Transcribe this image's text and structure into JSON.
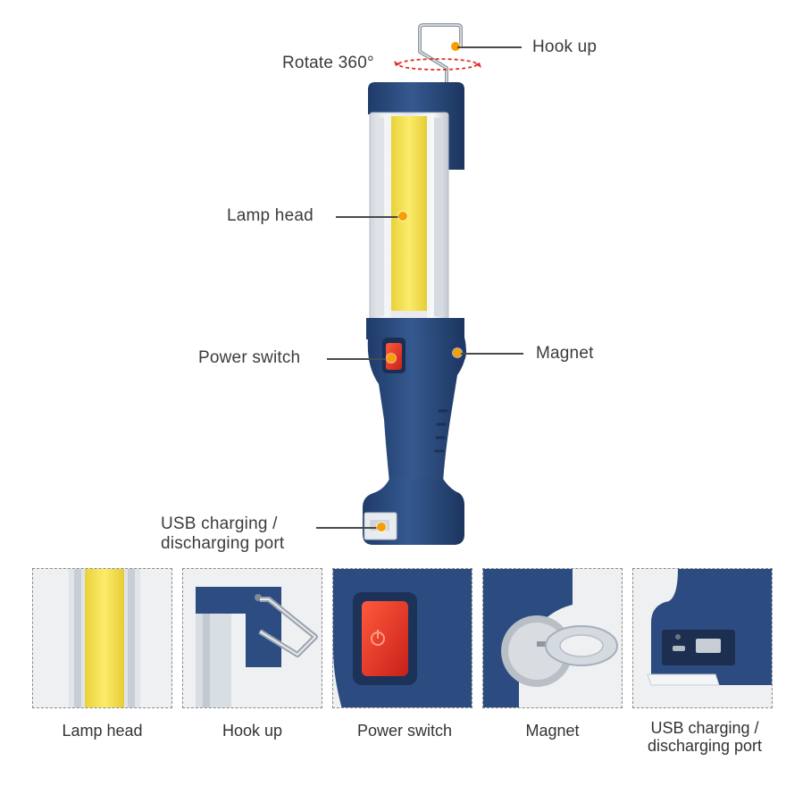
{
  "callouts": {
    "hook_up": "Hook up",
    "rotate": "Rotate 360°",
    "lamp_head": "Lamp head",
    "power_switch": "Power switch",
    "magnet": "Magnet",
    "usb_line1": "USB charging /",
    "usb_line2": "discharging port"
  },
  "details": [
    {
      "caption": "Lamp head"
    },
    {
      "caption": "Hook up"
    },
    {
      "caption": "Power switch"
    },
    {
      "caption": "Magnet"
    },
    {
      "caption_line1": "USB charging /",
      "caption_line2": "discharging port"
    }
  ],
  "colors": {
    "body_blue": "#2b4a7e",
    "cob_yellow": "#f4e04a",
    "accent_orange": "#f5a000",
    "switch_red": "#e8352a"
  }
}
